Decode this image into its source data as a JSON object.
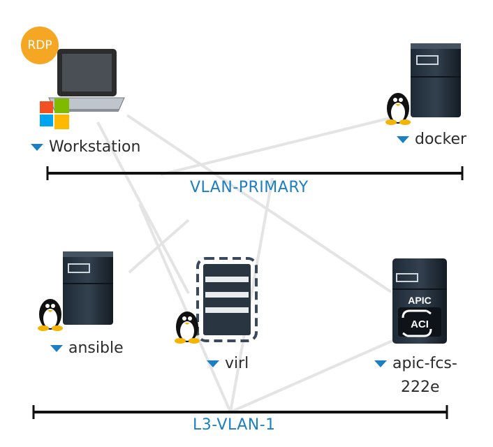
{
  "nodes": {
    "workstation": {
      "label": "Workstation",
      "badge": "RDP"
    },
    "docker": {
      "label": "docker"
    },
    "ansible": {
      "label": "ansible"
    },
    "virl": {
      "label": "virl"
    },
    "apic": {
      "label_line1": "apic-fcs-",
      "label_line2": "222e",
      "chip_top": "APIC",
      "chip_bottom": "ACI"
    }
  },
  "networks": {
    "primary": {
      "label": "VLAN-PRIMARY"
    },
    "l3": {
      "label": "L3-VLAN-1"
    }
  },
  "colors": {
    "accent": "#1b7fc1",
    "badge": "#f5a623",
    "links": "#e2e2e2",
    "bus": "#111111"
  }
}
